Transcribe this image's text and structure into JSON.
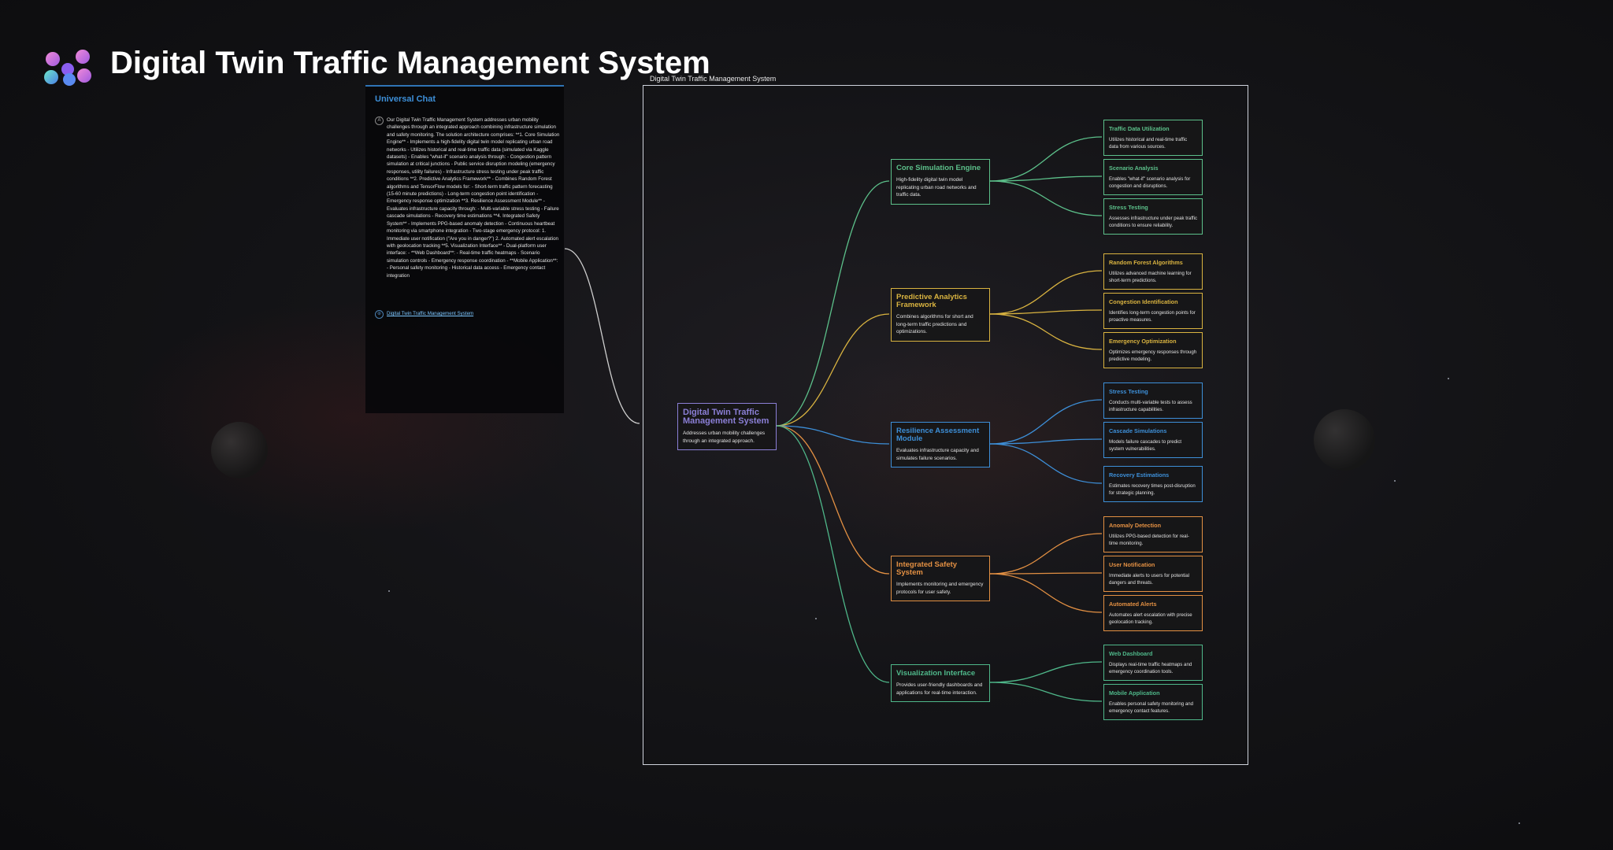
{
  "app": {
    "title": "Digital Twin Traffic Management System"
  },
  "chat": {
    "title": "Universal Chat",
    "avatar": "A",
    "message": "Our Digital Twin Traffic Management System addresses urban mobility challenges through an integrated approach combining infrastructure simulation and safety monitoring. The solution architecture comprises: **1. Core Simulation Engine** - Implements a high-fidelity digital twin model replicating urban road networks - Utilizes historical and real-time traffic data (simulated via Kaggle datasets) - Enables \"what-if\" scenario analysis through: - Congestion pattern simulation at critical junctions - Public service disruption modeling (emergency responses, utility failures) - Infrastructure stress testing under peak traffic conditions **2. Predictive Analytics Framework** - Combines Random Forest algorithms and TensorFlow models for: - Short-term traffic pattern forecasting (15-60 minute predictions) - Long-term congestion point identification - Emergency response optimization **3. Resilience Assessment Module** - Evaluates infrastructure capacity through: - Multi-variable stress testing - Failure cascade simulations - Recovery time estimations **4. Integrated Safety System** - Implements PPG-based anomaly detection - Continuous heartbeat monitoring via smartphone integration - Two-stage emergency protocol: 1. Immediate user notification (\"Are you in danger?\") 2. Automated alert escalation with geolocation tracking **5. Visualization Interface** - Dual-platform user interface: - **Web Dashboard**: - Real-time traffic heatmaps - Scenario simulation controls - Emergency response coordination - **Mobile Application**: - Personal safety monitoring - Historical data access - Emergency contact integration",
    "link_icon": "⊕",
    "link_text": "Digital Twin Traffic Management System"
  },
  "diagram": {
    "frame_title": "Digital Twin Traffic Management System",
    "root": {
      "title": "Digital Twin Traffic Management System",
      "desc": "Addresses urban mobility challenges through an integrated approach.",
      "color": "#8b7fd6"
    },
    "branches": [
      {
        "title": "Core Simulation Engine",
        "desc": "High-fidelity digital twin model replicating urban road networks and traffic data.",
        "color": "#5cc08a",
        "leaves": [
          {
            "title": "Traffic Data Utilization",
            "desc": "Utilizes historical and real-time traffic data from various sources."
          },
          {
            "title": "Scenario Analysis",
            "desc": "Enables \"what-if\" scenario analysis for congestion and disruptions."
          },
          {
            "title": "Stress Testing",
            "desc": "Assesses infrastructure under peak traffic conditions to ensure reliability."
          }
        ]
      },
      {
        "title": "Predictive Analytics Framework",
        "desc": "Combines algorithms for short and long-term traffic predictions and optimizations.",
        "color": "#d9b340",
        "leaves": [
          {
            "title": "Random Forest Algorithms",
            "desc": "Utilizes advanced machine learning for short-term predictions."
          },
          {
            "title": "Congestion Identification",
            "desc": "Identifies long-term congestion points for proactive measures."
          },
          {
            "title": "Emergency Optimization",
            "desc": "Optimizes emergency responses through predictive modeling."
          }
        ]
      },
      {
        "title": "Resilience Assessment Module",
        "desc": "Evaluates infrastructure capacity and simulates failure scenarios.",
        "color": "#3d8fd8",
        "leaves": [
          {
            "title": "Stress Testing",
            "desc": "Conducts multi-variable tests to assess infrastructure capabilities."
          },
          {
            "title": "Cascade Simulations",
            "desc": "Models failure cascades to predict system vulnerabilities."
          },
          {
            "title": "Recovery Estimations",
            "desc": "Estimates recovery times post-disruption for strategic planning."
          }
        ]
      },
      {
        "title": "Integrated Safety System",
        "desc": "Implements monitoring and emergency protocols for user safety.",
        "color": "#e39043",
        "leaves": [
          {
            "title": "Anomaly Detection",
            "desc": "Utilizes PPG-based detection for real-time monitoring."
          },
          {
            "title": "User Notification",
            "desc": "Immediate alerts to users for potential dangers and threats."
          },
          {
            "title": "Automated Alerts",
            "desc": "Automates alert escalation with precise geolocation tracking."
          }
        ]
      },
      {
        "title": "Visualization Interface",
        "desc": "Provides user-friendly dashboards and applications for real-time interaction.",
        "color": "#4fb88a",
        "leaves": [
          {
            "title": "Web Dashboard",
            "desc": "Displays real-time traffic heatmaps and emergency coordination tools."
          },
          {
            "title": "Mobile Application",
            "desc": "Enables personal safety monitoring and emergency contact features."
          }
        ]
      }
    ]
  }
}
